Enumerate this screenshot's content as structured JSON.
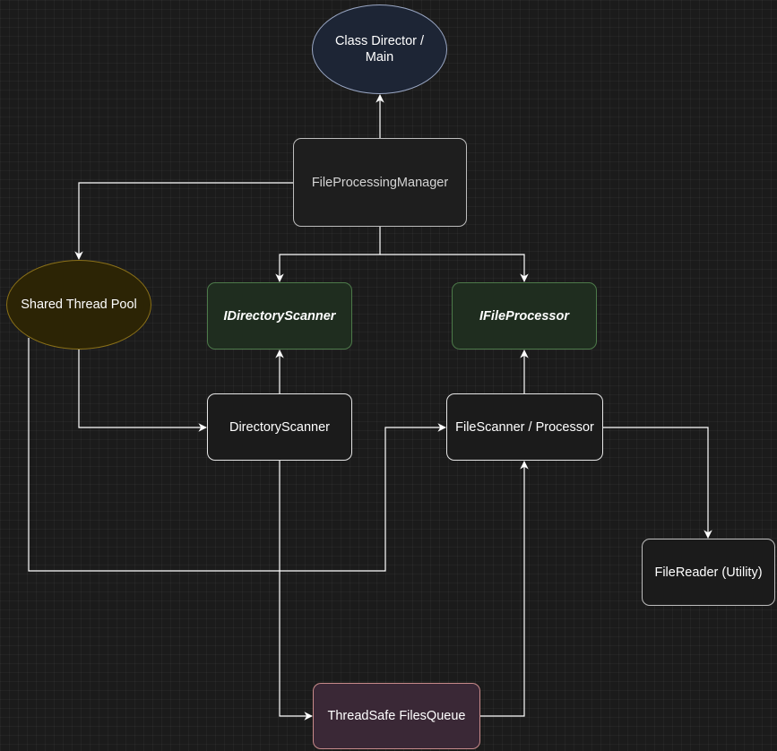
{
  "nodes": {
    "class_director": {
      "label": "Class Director /\nMain",
      "fill": "#1d2535",
      "stroke": "#9aa7c4"
    },
    "file_processing_manager": {
      "label": "FileProcessingManager",
      "fill": "#1e1e1e",
      "stroke": "#bdbdbd"
    },
    "shared_thread_pool": {
      "label": "Shared Thread Pool",
      "fill": "#2c2405",
      "stroke": "#8a7018"
    },
    "i_directory_scanner": {
      "label": "IDirectoryScanner",
      "fill": "#1f2d1f",
      "stroke": "#4d7a4a"
    },
    "i_file_processor": {
      "label": "IFileProcessor",
      "fill": "#1f2d1f",
      "stroke": "#4d7a4a"
    },
    "directory_scanner": {
      "label": "DirectoryScanner",
      "fill": "#1b1b1b",
      "stroke": "#e6e6e6"
    },
    "file_scanner_processor": {
      "label": "FileScanner / Processor",
      "fill": "#1b1b1b",
      "stroke": "#e6e6e6"
    },
    "file_reader": {
      "label": "FileReader (Utility)",
      "fill": "#1b1b1b",
      "stroke": "#bdbdbd"
    },
    "threadsafe_files_queue": {
      "label": "ThreadSafe FilesQueue",
      "fill": "#3a2836",
      "stroke": "#c88a8a"
    }
  },
  "edge_color": "#ffffff"
}
